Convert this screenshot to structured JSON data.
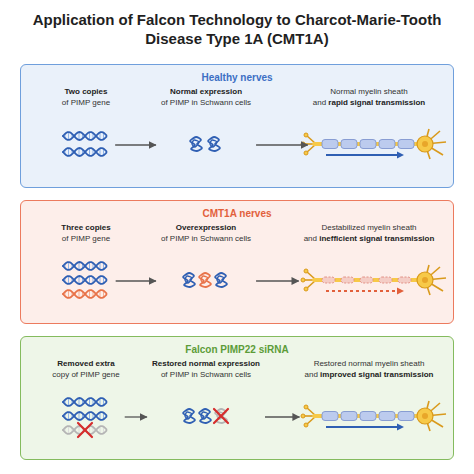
{
  "diagram": {
    "title": "Application of Falcon Technology to Charcot-Marie-Tooth Disease Type 1A (CMT1A)",
    "nodes": [
      {
        "text": [
          "Healthy nerves"
        ]
      },
      {
        "text": [
          "Two copies",
          "of PIMP gene"
        ],
        "in": 0
      },
      {
        "text": [
          "Normal expression",
          "of PIMP in Schwann cells"
        ],
        "in": 0
      },
      {
        "text": [
          "Normal myelin sheath",
          "and",
          "rapid signal transmission"
        ],
        "in": 0
      },
      {
        "text": [
          "CMT1A nerves"
        ]
      },
      {
        "text": [
          "Three copies",
          "of PIMP gene"
        ],
        "in": 4
      },
      {
        "text": [
          "Overexpression",
          "of PIMP in Schwann cells"
        ],
        "in": 4
      },
      {
        "text": [
          "Destabilized myelin sheath",
          "and",
          "inefficient signal transmission"
        ],
        "in": 4
      },
      {
        "text": [
          "Falcon PIMP22 siRNA"
        ]
      },
      {
        "text": [
          "Removed extra",
          "copy of PIMP gene"
        ],
        "in": 8
      },
      {
        "text": [
          "Restored normal expression",
          "of PIMP in Schwann cells"
        ],
        "in": 8
      },
      {
        "text": [
          "Restored normal myelin sheath",
          "and",
          "improved signal transmission"
        ],
        "in": 8
      }
    ],
    "edges": [
      {
        "from": 1,
        "to": 2,
        "arrow": "to"
      },
      {
        "from": 2,
        "to": 3,
        "arrow": "to"
      },
      {
        "from": 5,
        "to": 6,
        "arrow": "to"
      },
      {
        "from": 6,
        "to": 7,
        "arrow": "to"
      },
      {
        "from": 9,
        "to": 10,
        "arrow": "to"
      },
      {
        "from": 10,
        "to": 11,
        "arrow": "to"
      }
    ]
  }
}
